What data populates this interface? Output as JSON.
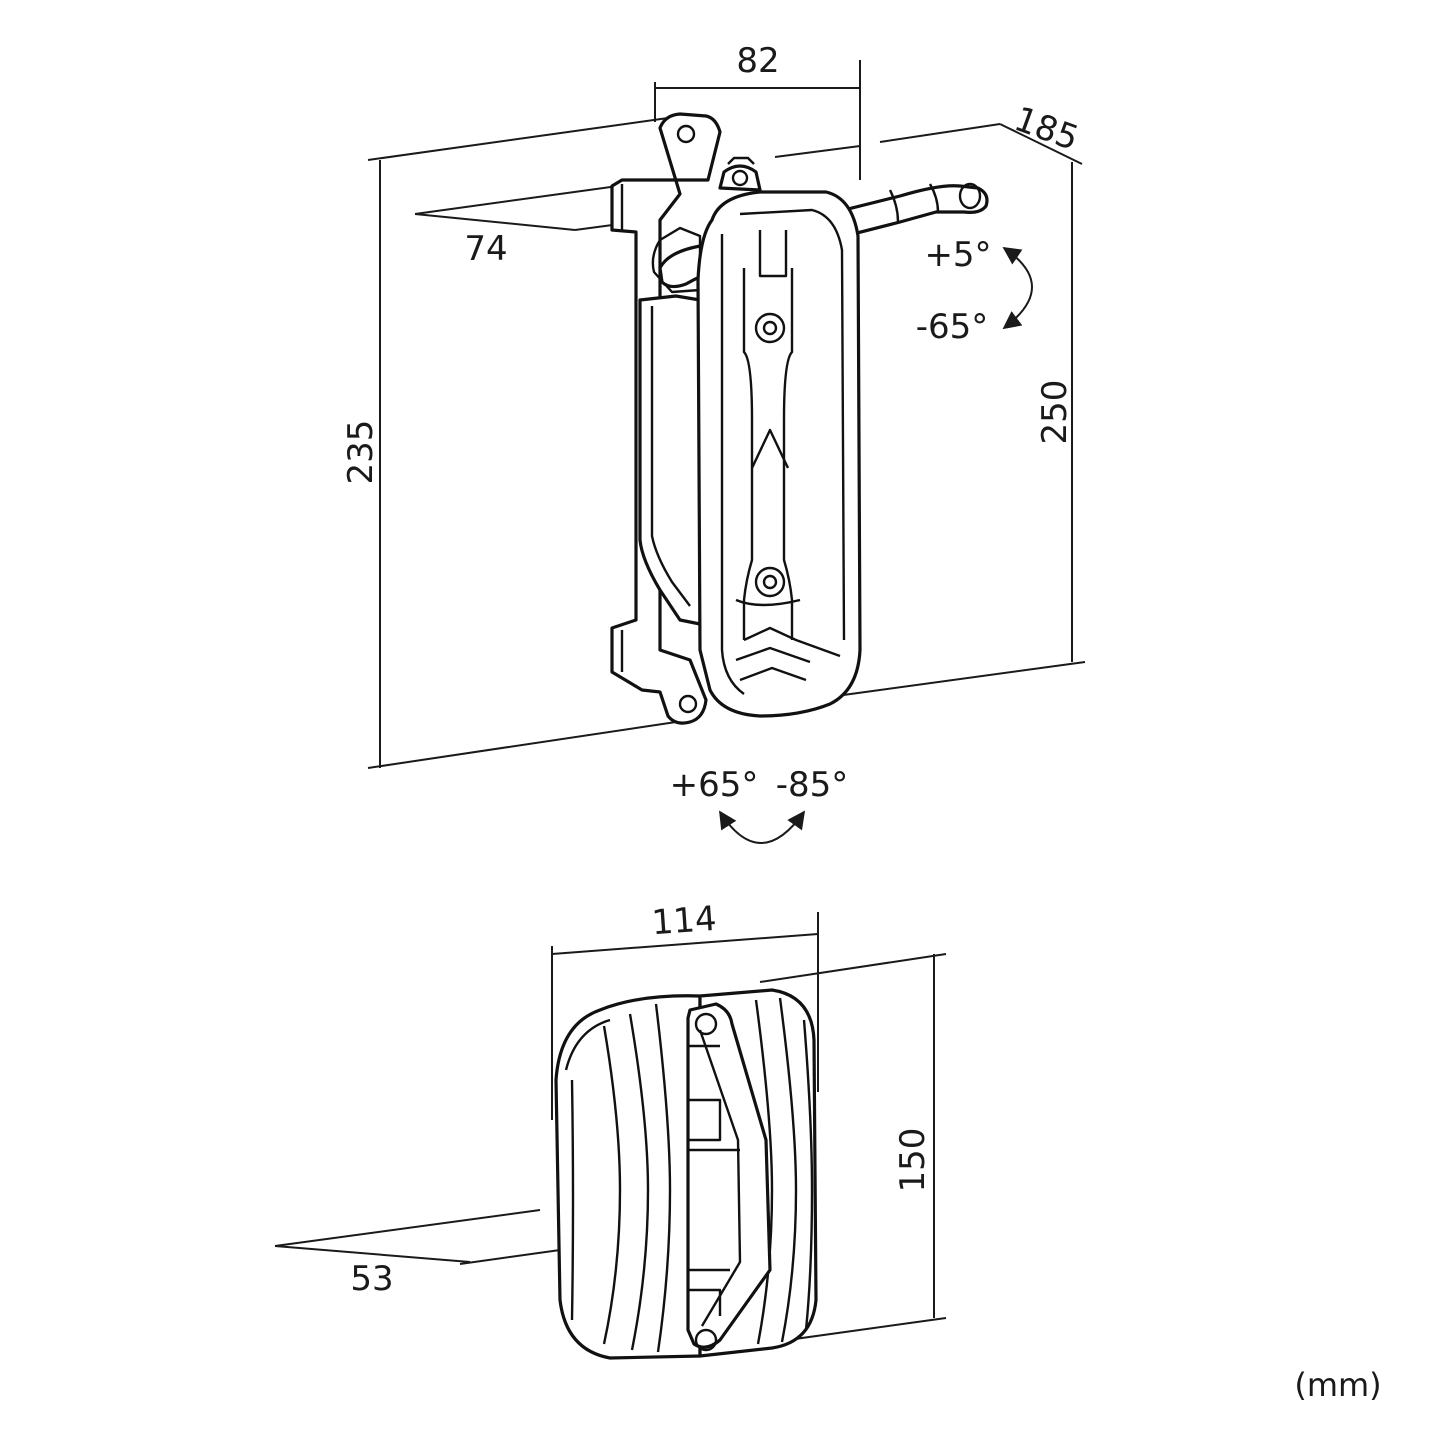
{
  "diagram": {
    "top_view": {
      "dimensions": {
        "width_top": "82",
        "depth": "185",
        "offset": "74",
        "height_left": "235",
        "height_right": "250"
      },
      "tilt": {
        "up": "+5°",
        "down": "-65°"
      },
      "swivel": {
        "left": "+65°",
        "right": "-85°"
      }
    },
    "bottom_view": {
      "dimensions": {
        "width": "114",
        "height": "150",
        "depth": "53"
      }
    },
    "unit_label": "(mm)"
  }
}
